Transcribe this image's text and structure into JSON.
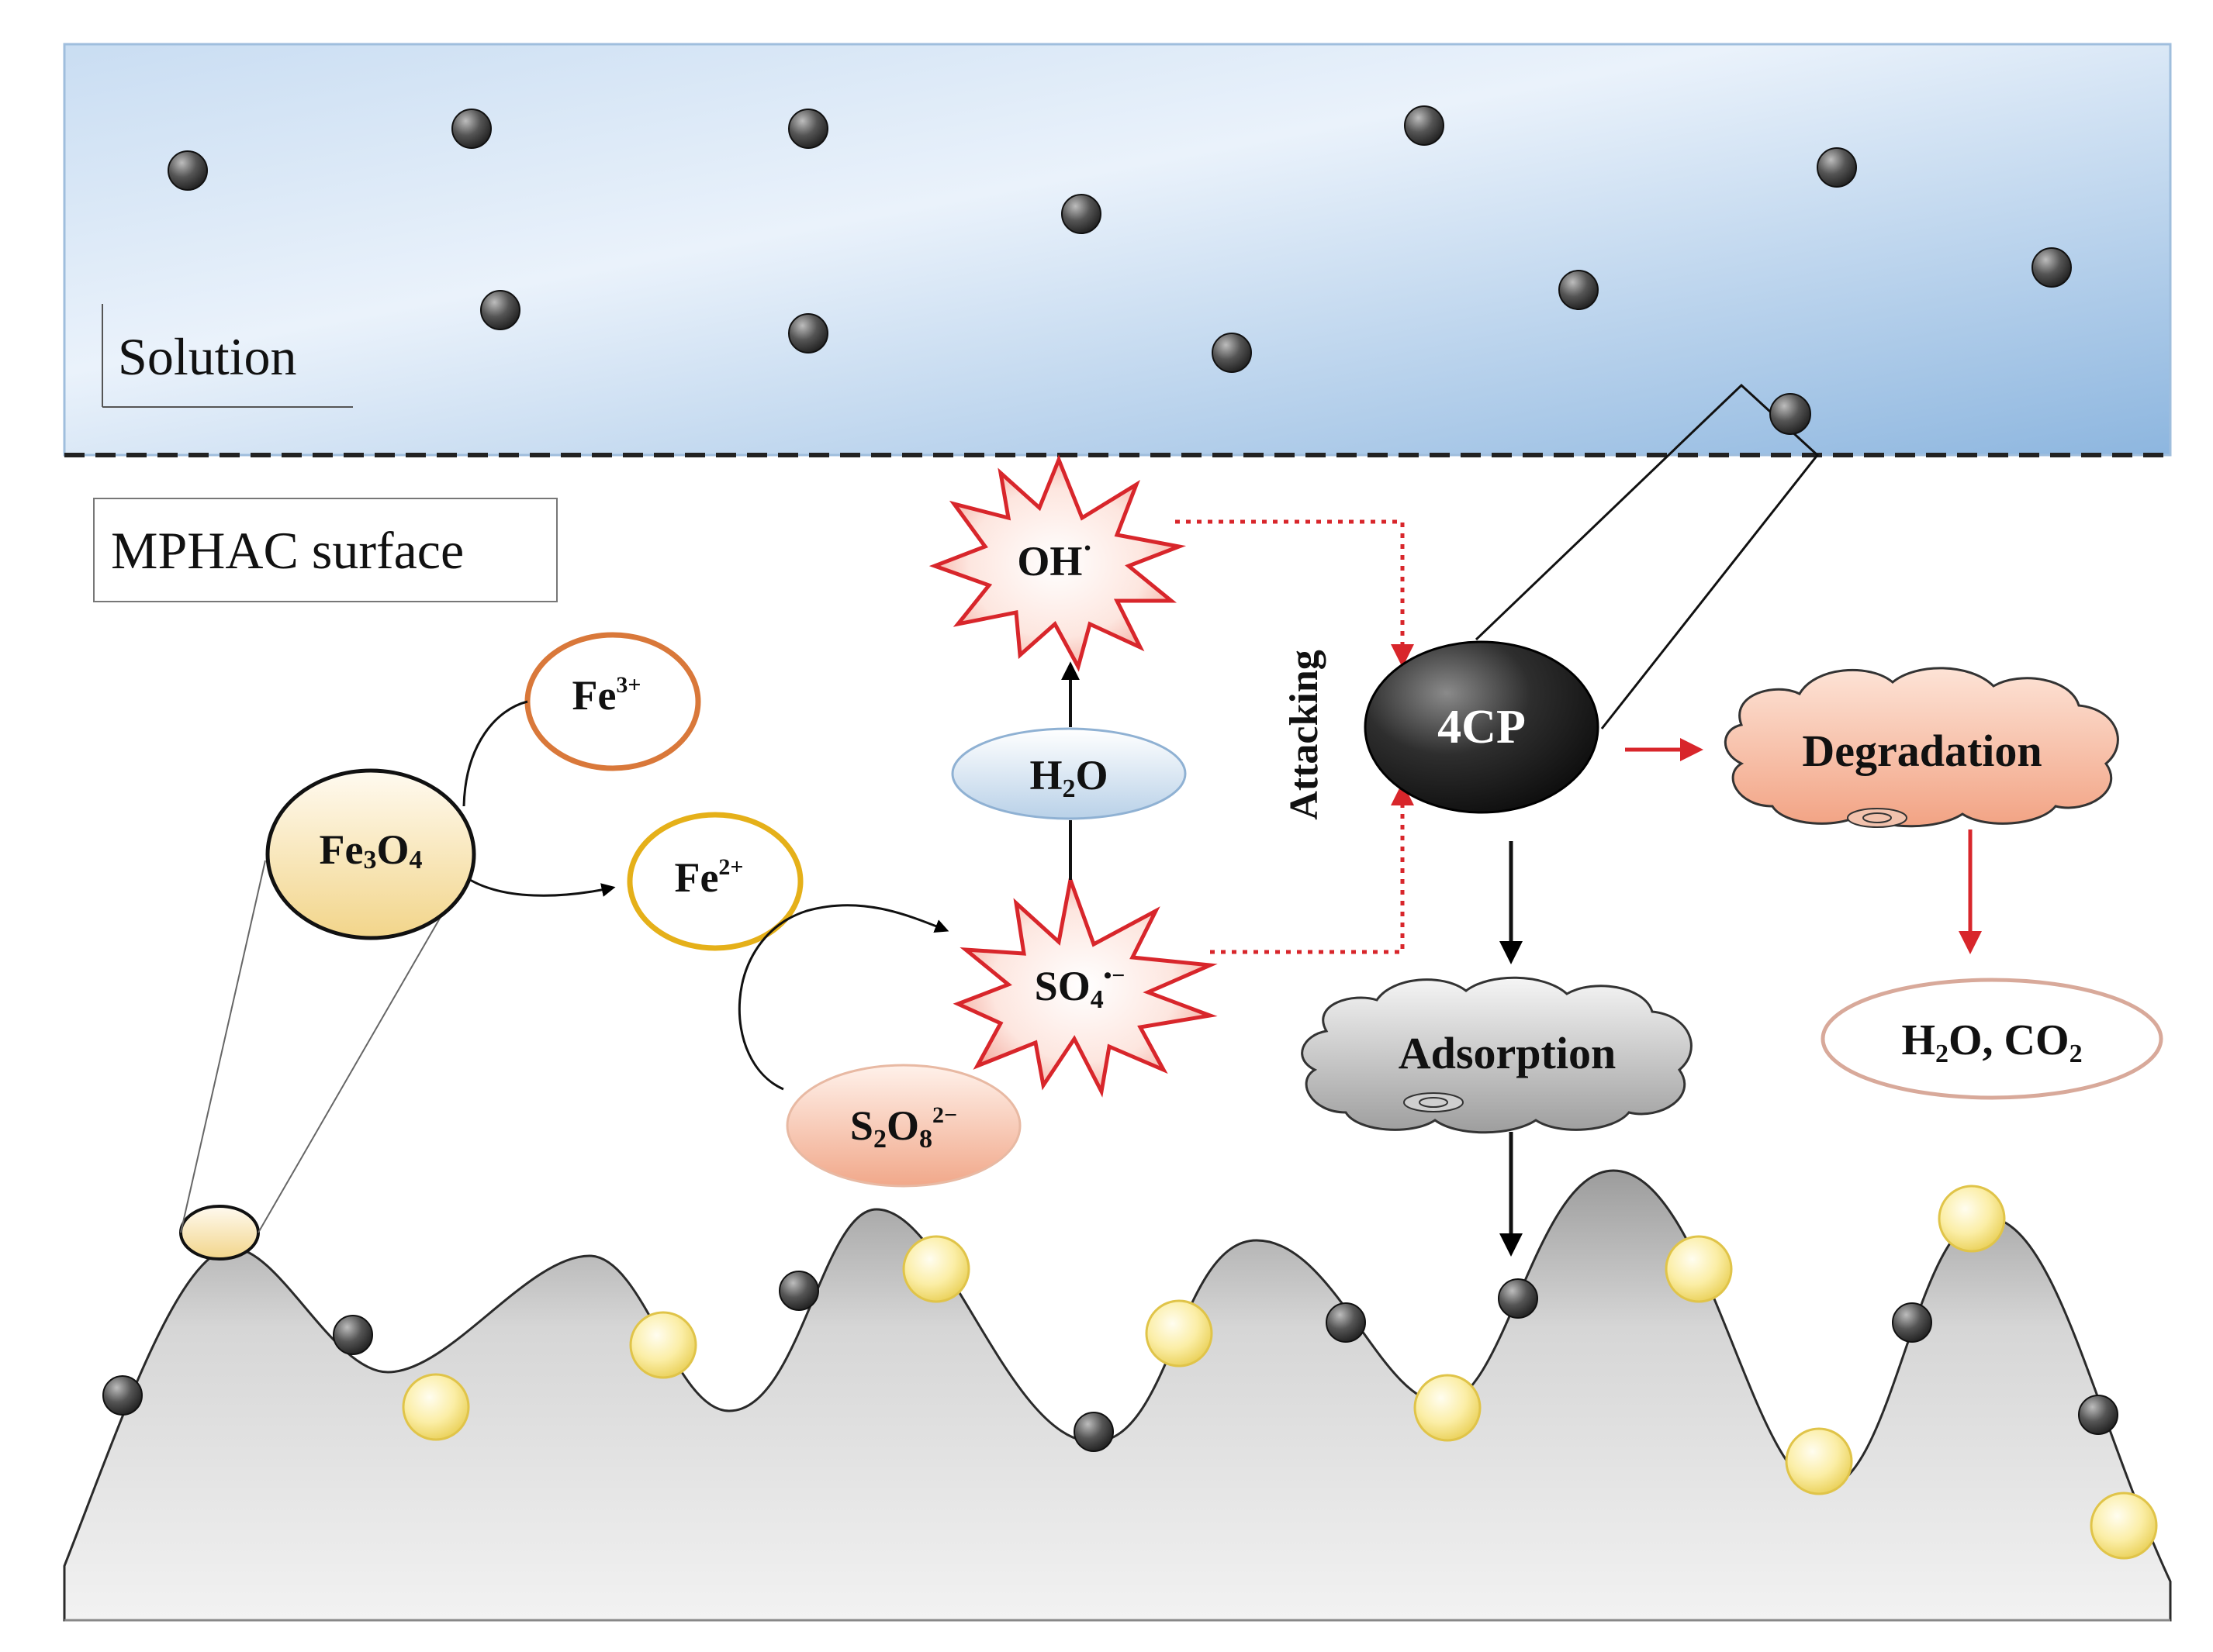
{
  "labels": {
    "solution": "Solution",
    "surface": "MPHAC surface",
    "attacking": "Attacking"
  },
  "species": {
    "fe3o4": {
      "main": "Fe",
      "s1": "3",
      "mid": "O",
      "s2": "4"
    },
    "fe3": {
      "main": "Fe",
      "sup": "3+"
    },
    "fe2": {
      "main": "Fe",
      "sup": "2+"
    },
    "s2o8": {
      "a": "S",
      "s1": "2",
      "b": "O",
      "s2": "8",
      "sup": "2−"
    },
    "so4": {
      "main": "SO",
      "sub": "4",
      "sup": "•−"
    },
    "oh": {
      "main": "OH",
      "sup": "·"
    },
    "h2o": {
      "a": "H",
      "sub": "2",
      "b": "O"
    },
    "pollutant": "4CP"
  },
  "outcomes": {
    "degradation": "Degradation",
    "adsorption": "Adsorption",
    "products": {
      "a": "H",
      "s1": "2",
      "b": "O, CO",
      "s2": "2"
    }
  },
  "colors": {
    "solution_top": "#8fb7df",
    "solution_mid": "#e8f1fb",
    "surface_fill": "#d4d4d4",
    "fe3_ring": "#d9783a",
    "fe2_ring": "#e5b019",
    "radical_red": "#d8262b",
    "radical_fill": "#fde4dc",
    "particle_dark": "#3a3a3a",
    "particle_yellow": "#f6e27a"
  }
}
